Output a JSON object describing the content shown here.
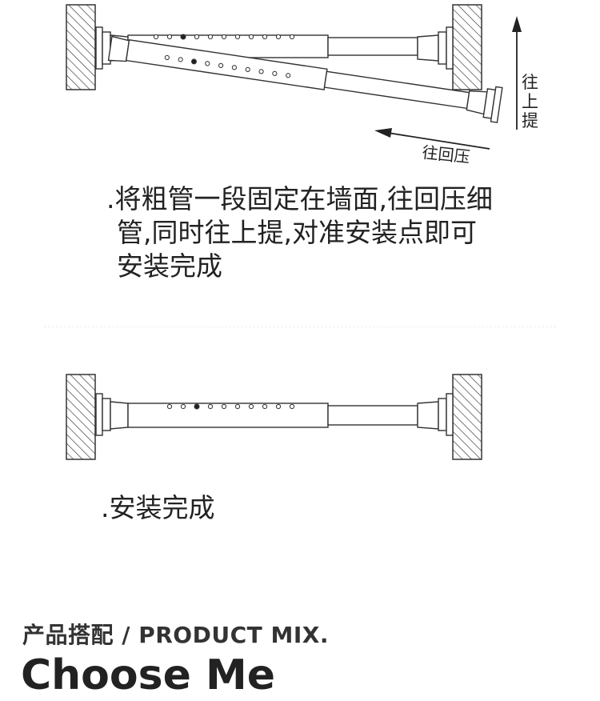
{
  "diagram_top": {
    "arrow_up_label": [
      "往",
      "上",
      "提"
    ],
    "arrow_left_label": "往回压"
  },
  "step1": {
    "lines": [
      ".将粗管一段固定在墙面,往回压细",
      "管,同时往上提,对准安装点即可",
      "安装完成"
    ]
  },
  "step2": {
    "text": ".安装完成"
  },
  "section": {
    "heading": "产品搭配 / PRODUCT MIX.",
    "title": "Choose Me"
  }
}
